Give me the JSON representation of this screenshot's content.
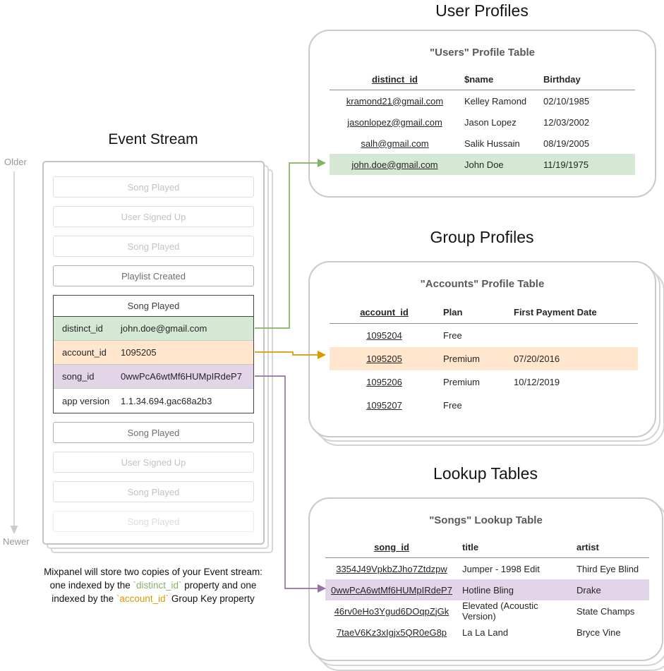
{
  "palette": {
    "green_fill": "#d5e8d4",
    "green_stroke": "#82b366",
    "orange_fill": "#ffe6cc",
    "orange_stroke": "#d79b00",
    "purple_fill": "#e1d5e7",
    "purple_stroke": "#9673a6"
  },
  "timeline": {
    "older": "Older",
    "newer": "Newer"
  },
  "event_stream": {
    "section_title": "Event Stream",
    "items_top": [
      {
        "label": "Song Played"
      },
      {
        "label": "User Signed Up"
      },
      {
        "label": "Song Played"
      },
      {
        "label": "Playlist Created"
      }
    ],
    "expanded": {
      "title": "Song Played",
      "rows": [
        {
          "key": "distinct_id",
          "value": "john.doe@gmail.com"
        },
        {
          "key": "account_id",
          "value": "1095205"
        },
        {
          "key": "song_id",
          "value": "0wwPcA6wtMf6HUMpIRdeP7"
        },
        {
          "key": "app version",
          "value": "1.1.34.694.gac68a2b3"
        }
      ]
    },
    "items_bottom": [
      {
        "label": "Song Played"
      },
      {
        "label": "User Signed Up"
      },
      {
        "label": "Song Played"
      },
      {
        "label": "Song Played"
      }
    ]
  },
  "caption": {
    "line1": "Mixpanel will store two copies of your Event stream:",
    "line2_pre": "one indexed by the ",
    "line2_code": "`distinct_id`",
    "line2_post": " property and one",
    "line3_pre": "indexed by the ",
    "line3_code": "`account_id`",
    "line3_post": " Group Key property"
  },
  "user_profiles": {
    "section_title": "User Profiles",
    "table_title": "\"Users\" Profile Table",
    "headers": [
      "distinct_id",
      "$name",
      "Birthday"
    ],
    "rows": [
      [
        "kramond21@gmail.com",
        "Kelley Ramond",
        "02/10/1985"
      ],
      [
        "jasonlopez@gmail.com",
        "Jason Lopez",
        "12/03/2002"
      ],
      [
        "salh@gmail.com",
        "Salik Hussain",
        "08/19/2005"
      ],
      [
        "john.doe@gmail.com",
        "John Doe",
        "11/19/1975"
      ]
    ]
  },
  "group_profiles": {
    "section_title": "Group Profiles",
    "table_title": "\"Accounts\" Profile Table",
    "headers": [
      "account_id",
      "Plan",
      "First Payment Date"
    ],
    "rows": [
      [
        "1095204",
        "Free",
        ""
      ],
      [
        "1095205",
        "Premium",
        "07/20/2016"
      ],
      [
        "1095206",
        "Premium",
        "10/12/2019"
      ],
      [
        "1095207",
        "Free",
        ""
      ]
    ]
  },
  "lookup_tables": {
    "section_title": "Lookup Tables",
    "table_title": "\"Songs\" Lookup Table",
    "headers": [
      "song_id",
      "title",
      "artist"
    ],
    "rows": [
      [
        "3354J49VpkbZJho7Ztdzpw",
        "Jumper - 1998 Edit",
        "Third Eye Blind"
      ],
      [
        "0wwPcA6wtMf6HUMpIRdeP7",
        "Hotline Bling",
        "Drake"
      ],
      [
        "46rv0eHo3Ygud6DOqpZjGk",
        "Elevated (Acoustic Version)",
        "State Champs"
      ],
      [
        "7taeV6Kz3xIgjx5QR0eG8p",
        "La La Land",
        "Bryce Vine"
      ]
    ]
  }
}
